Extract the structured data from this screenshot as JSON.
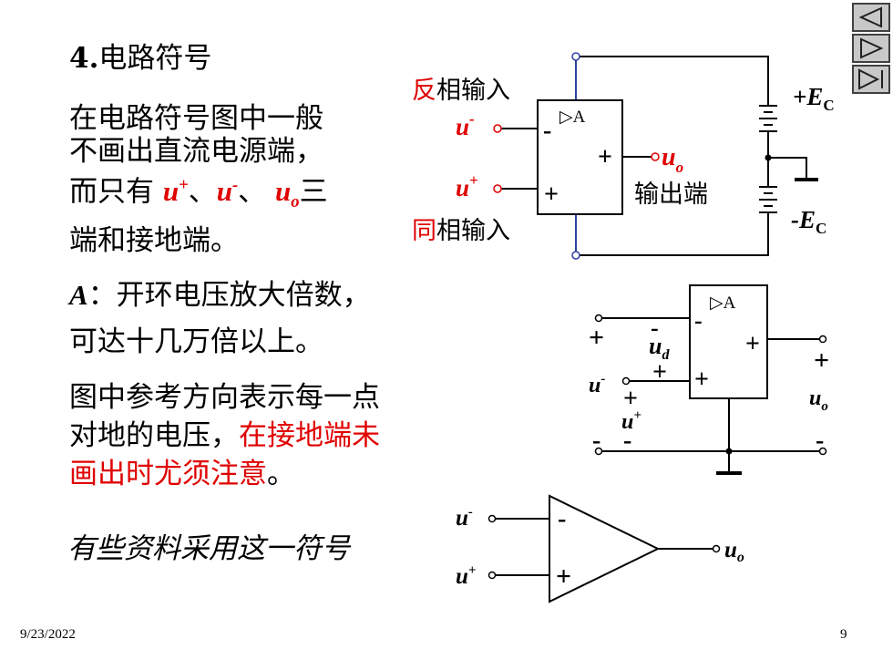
{
  "heading": {
    "number": "4.",
    "title": "电路符号"
  },
  "para1": {
    "l1": "在电路符号图中一般",
    "l2": "不画出直流电源端，",
    "l3_pre": "而只有 ",
    "sep1": "、",
    "sep2": "、 ",
    "l3_post": "三",
    "l4": "端和接地端。"
  },
  "symbols": {
    "u": "u",
    "plus": "+",
    "minus": "-",
    "o": "o",
    "d": "d"
  },
  "para2": {
    "a": "A",
    "l1": "：开环电压放大倍数，",
    "l2": "可达十几万倍以上。"
  },
  "para3": {
    "l1": "图中参考方向表示每一点",
    "l2_black": "对地的电压，",
    "l2_red": "在接地端未",
    "l3_red": "画出时尤须注意",
    "l3_end": "。"
  },
  "para4": "有些资料采用这一符号",
  "diagram1": {
    "inv_red": "反",
    "inv_black": "相输入",
    "noninv_red": "同",
    "noninv_black": "相输入",
    "output_label": "输出端",
    "box_label": "▷A",
    "ec_pos": "+E",
    "ec_neg": "-E",
    "ec_sub": "C"
  },
  "diagram2": {
    "box_label": "▷A"
  },
  "footer": {
    "date": "9/23/2022",
    "page": "9"
  },
  "colors": {
    "accent": "#e00000",
    "wire": "#000000",
    "rail": "#3040a0"
  },
  "nav": [
    "back-icon",
    "forward-icon",
    "end-icon"
  ]
}
